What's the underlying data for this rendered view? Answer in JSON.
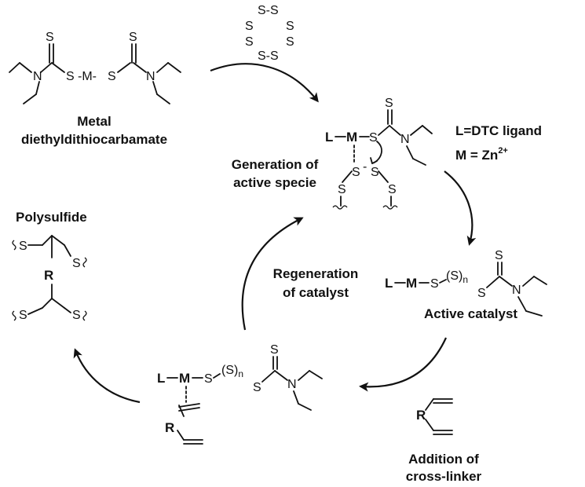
{
  "labels": {
    "metal": "Metal",
    "dtc_name": "diethyldithiocarbamate",
    "generation_1": "Generation of",
    "generation_2": "active specie",
    "ligand_def": "L=DTC ligand",
    "metal_def": "M = Zn",
    "metal_charge": "2+",
    "polysulfide": "Polysulfide",
    "regeneration_1": "Regeneration",
    "regeneration_2": "of catalyst",
    "active_catalyst": "Active catalyst",
    "addition_1": "Addition of",
    "addition_2": "cross-linker"
  },
  "atoms": {
    "S": "S",
    "N": "N",
    "M": "M",
    "L": "L",
    "R": "R",
    "Sn_paren": "(S)",
    "n_sub": "n",
    "S_M_S": "S-M-S"
  }
}
